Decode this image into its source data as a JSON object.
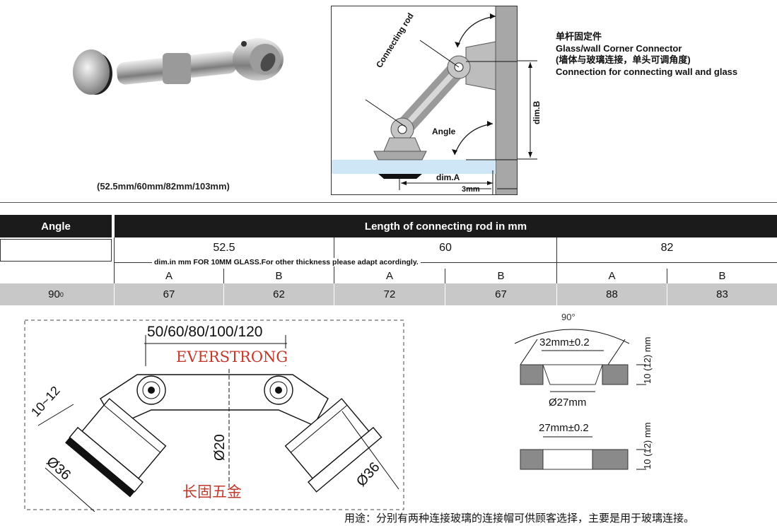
{
  "photo": {
    "caption": "(52.5mm/60mm/82mm/103mm)"
  },
  "schematic": {
    "rod_label": "Connecting rod",
    "angle_label": "Angle",
    "dim_a": "dim.A",
    "dim_b": "dim.B",
    "gap": "3mm"
  },
  "description": {
    "cn_title": "单杆固定件",
    "en_title": "Glass/wall Corner Connector",
    "cn_desc": "(墙体与玻璃连接，单头可调角度)",
    "en_desc": "Connection for connecting wall and glass"
  },
  "table": {
    "angle_header": "Angle",
    "length_header": "Length of connecting rod in mm",
    "lengths": [
      "52.5",
      "60",
      "82"
    ],
    "note": "dim.in mm FOR 10MM GLASS.For other thickness please adapt acordingly.",
    "sub_headers": [
      "A",
      "B",
      "A",
      "B",
      "A",
      "B"
    ],
    "row": {
      "angle": "90",
      "angle_unit": "0",
      "values": [
        "67",
        "62",
        "72",
        "67",
        "88",
        "83"
      ]
    }
  },
  "drawing": {
    "length_label": "50/60/80/100/120",
    "brand": "EVERSTRONG",
    "range_label": "10~12",
    "left_dia": "Ø36",
    "center_dia": "Ø20",
    "right_dia": "Ø36",
    "cn_brand": "长固五金"
  },
  "hole": {
    "angle": "90°",
    "top_width": "32mm±0.2",
    "top_thickness": "10",
    "top_thickness_alt": "(12)",
    "unit": "mm",
    "bottom_dia": "Ø27mm",
    "lower_width": "27mm±0.2",
    "lower_thickness": "10",
    "lower_thickness_alt": "(12)",
    "lower_unit": "mm"
  },
  "usage": "用途：分别有两种连接玻璃的连接帽可供顾客选择，主要是用于玻璃连接。",
  "colors": {
    "table_header_bg": "#1b1b1b",
    "table_row_bg": "#c8c8c8",
    "brand_red": "#c0392b",
    "glass_blue": "#cfe6f7"
  }
}
